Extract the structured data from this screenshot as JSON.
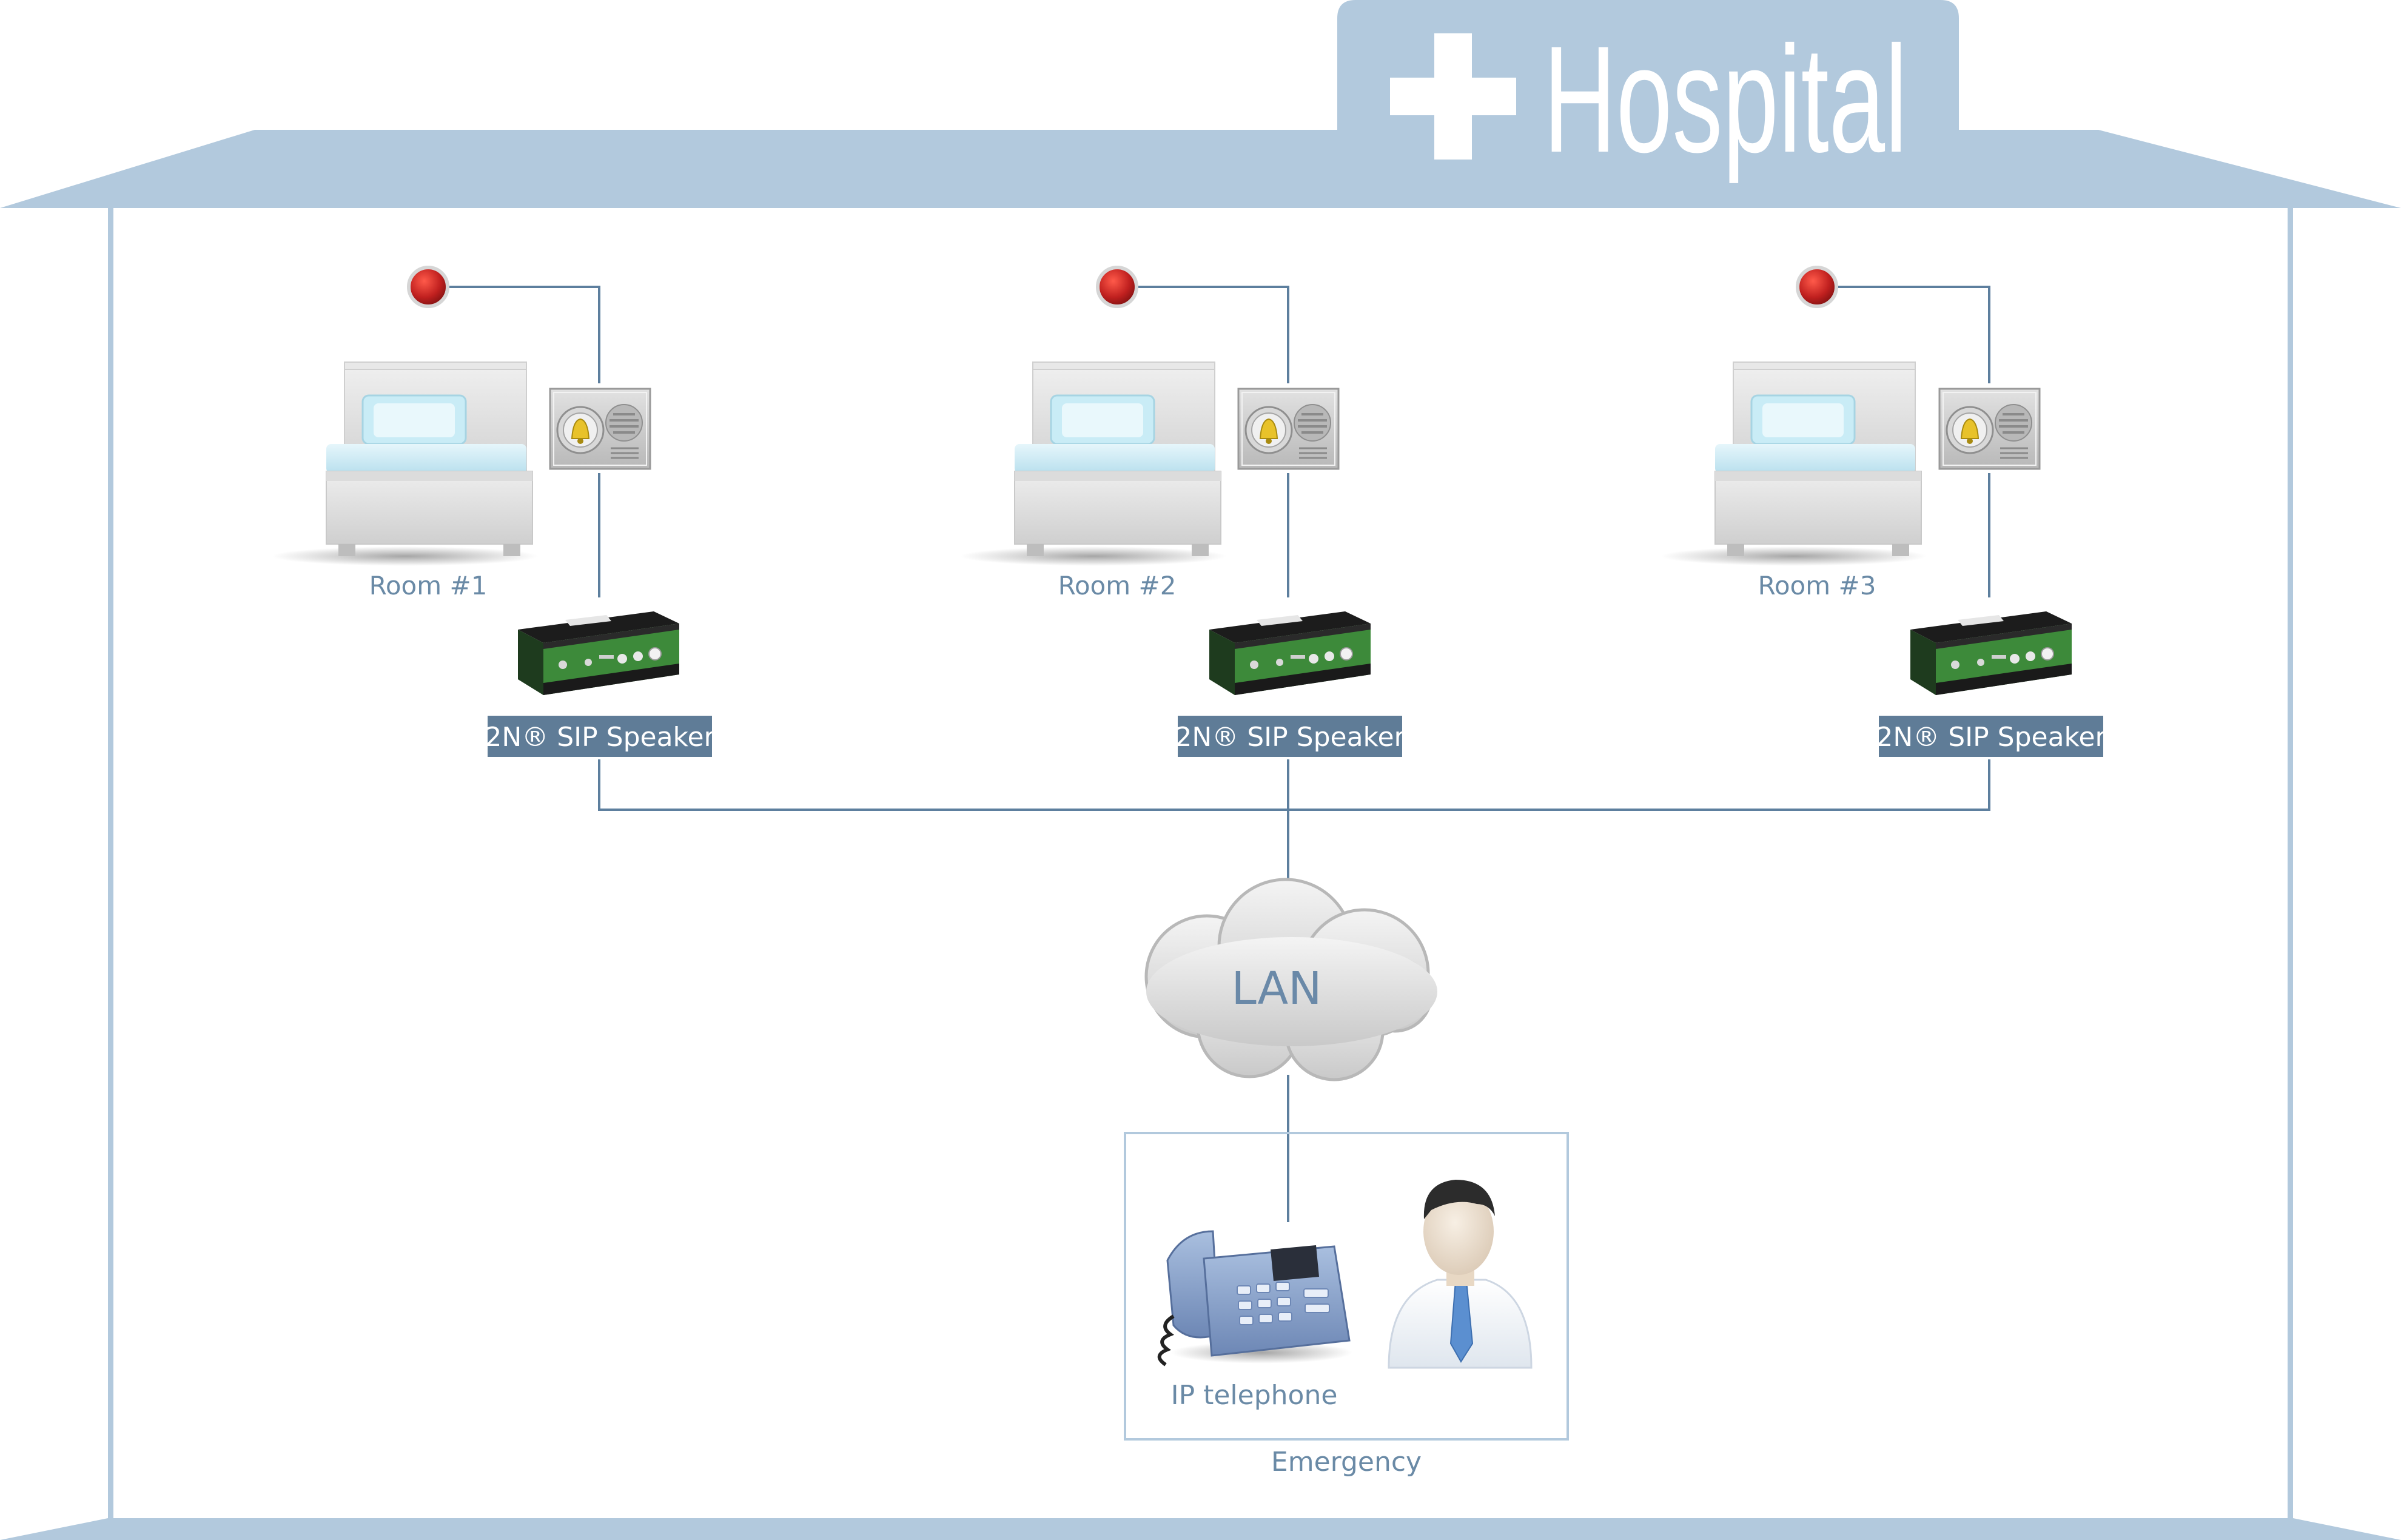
{
  "header": {
    "title": "Hospital",
    "icon": "medical-cross-icon"
  },
  "rooms": [
    {
      "room_label": "Room #1",
      "device_label": "2N® SIP Speaker"
    },
    {
      "room_label": "Room #2",
      "device_label": "2N® SIP Speaker"
    },
    {
      "room_label": "Room #3",
      "device_label": "2N® SIP Speaker"
    }
  ],
  "network": {
    "label": "LAN"
  },
  "emergency": {
    "phone_label": "IP telephone",
    "area_label": "Emergency"
  },
  "icons": [
    "medical-cross-icon",
    "alarm-light-icon",
    "bed-icon",
    "call-button-panel-icon",
    "sip-speaker-device-icon",
    "cloud-icon",
    "ip-telephone-icon",
    "operator-person-icon"
  ],
  "colors": {
    "building": "#b2c9dd",
    "wire": "#5d7f9e",
    "label_box": "#5f7c97",
    "text": "#6a8aa6",
    "alarm": "#c0201f",
    "device_green": "#3d8a3a"
  }
}
